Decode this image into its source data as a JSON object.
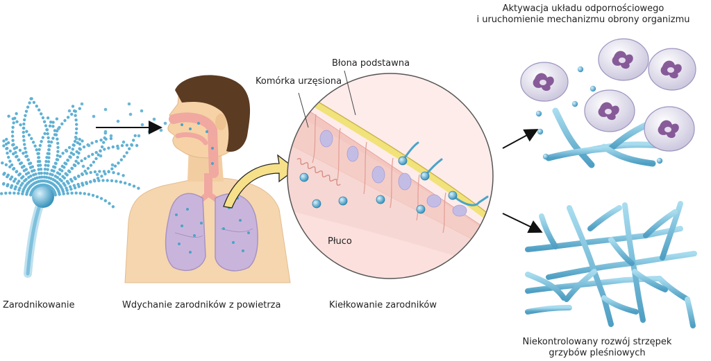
{
  "labels": {
    "sporulation": "Zarodnikowanie",
    "inhalation": "Wdychanie zarodników z powietrza",
    "germination": "Kiełkowanie zarodników",
    "ciliated_cell": "Komórka urzęsiona",
    "basement_membrane": "Błona podstawna",
    "lung": "Płuco",
    "immune_line1": "Aktywacja układu odpornościowego",
    "immune_line2": "i uruchomienie mechanizmu obrony organizmu",
    "hyphae_line1": "Niekontrolowany rozwój strzępek",
    "hyphae_line2": "grzybów pleśniowych"
  },
  "colors": {
    "spore": "#4aa3c8",
    "hyphae": "#6fbad8",
    "skin": "#f5d2a8",
    "hair": "#5a3a22",
    "lung": "#c8b4d8",
    "airway": "#f0a8a0",
    "tissue": "#f4c6c0",
    "membrane": "#f1e27a",
    "nucleus": "#7b4a8e",
    "arrow_fill": "#f6e08a"
  }
}
